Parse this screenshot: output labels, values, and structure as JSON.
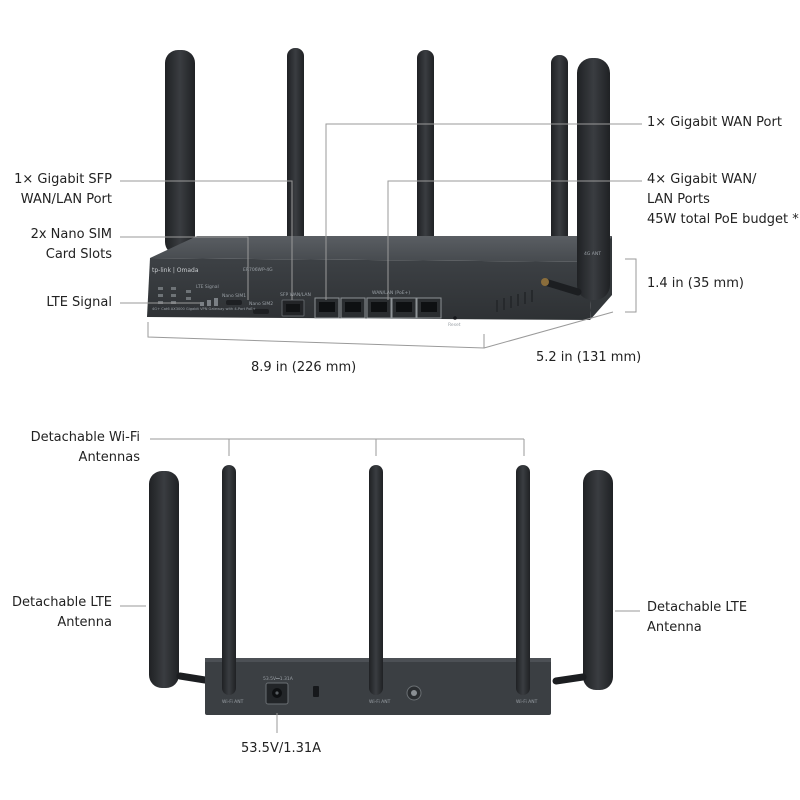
{
  "top_view": {
    "callouts": {
      "sfp": [
        "1× Gigabit SFP",
        "WAN/LAN Port"
      ],
      "sim": [
        "2x Nano SIM",
        "Card Slots"
      ],
      "lte_signal": [
        "LTE Signal"
      ],
      "wan_port": [
        "1× Gigabit WAN Port"
      ],
      "lan_ports": [
        "4× Gigabit WAN/",
        "LAN Ports",
        "45W total PoE budget *"
      ]
    },
    "dimensions": {
      "width": "8.9 in (226 mm)",
      "depth": "5.2 in (131 mm)",
      "height": "1.4 in (35 mm)"
    },
    "device_print": {
      "brand": "tp-link | Omada",
      "model": "ER706WP-4G",
      "subtitle": "4G+ Cat6 AX3000 Gigabit VPN Gateway with 4-Port PoE+",
      "lte_signal": "LTE Signal",
      "sim1": "Nano SIM1",
      "sim2": "Nano SIM2",
      "sfp": "SFP WAN/LAN",
      "wan_lan": "WAN/LAN (PoE+)",
      "reset": "Reset",
      "ant": "4G ANT"
    }
  },
  "bottom_view": {
    "callouts": {
      "wifi_antennas": [
        "Detachable Wi-Fi",
        "Antennas"
      ],
      "lte_left": [
        "Detachable LTE",
        "Antenna"
      ],
      "lte_right": [
        "Detachable LTE",
        "Antenna"
      ],
      "power": [
        "53.5V/1.31A"
      ]
    },
    "device_print": {
      "power": "53.5V⎓1.31A",
      "wifi_ant": "Wi-Fi ANT"
    }
  },
  "colors": {
    "chassis": "#3f4347",
    "antenna": "#2b2d30",
    "leader_line": "#9a9a9a",
    "label_text": "#222222"
  }
}
